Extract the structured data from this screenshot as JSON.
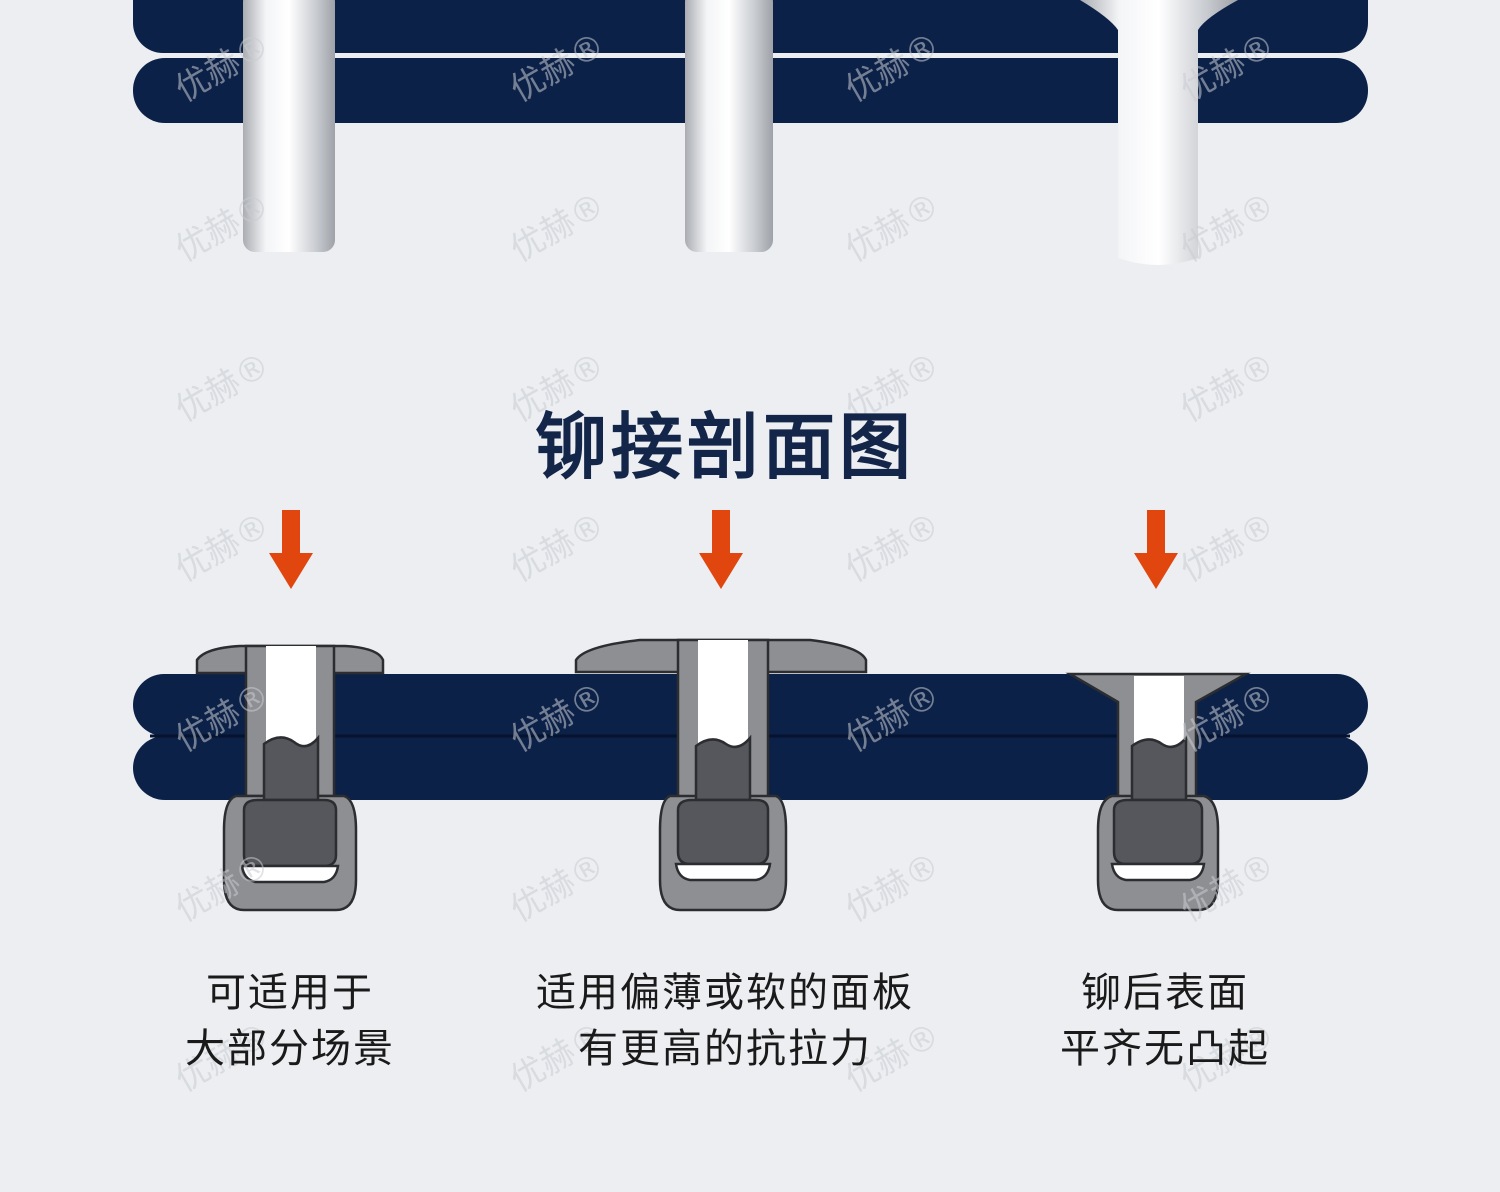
{
  "title": "铆接剖面图",
  "watermark": "优赫",
  "captions": [
    {
      "line1": "可适用于",
      "line2": "大部分场景"
    },
    {
      "line1": "适用偏薄或软的面板",
      "line2": "有更高的抗拉力"
    },
    {
      "line1": "铆后表面",
      "line2": "平齐无凸起"
    }
  ],
  "colors": {
    "background": "#eceef1",
    "panel": "#0c2148",
    "arrow": "#e0460e",
    "rivet_body": "#8d8f93",
    "mandrel_core": "#55575c",
    "title": "#13264a"
  }
}
